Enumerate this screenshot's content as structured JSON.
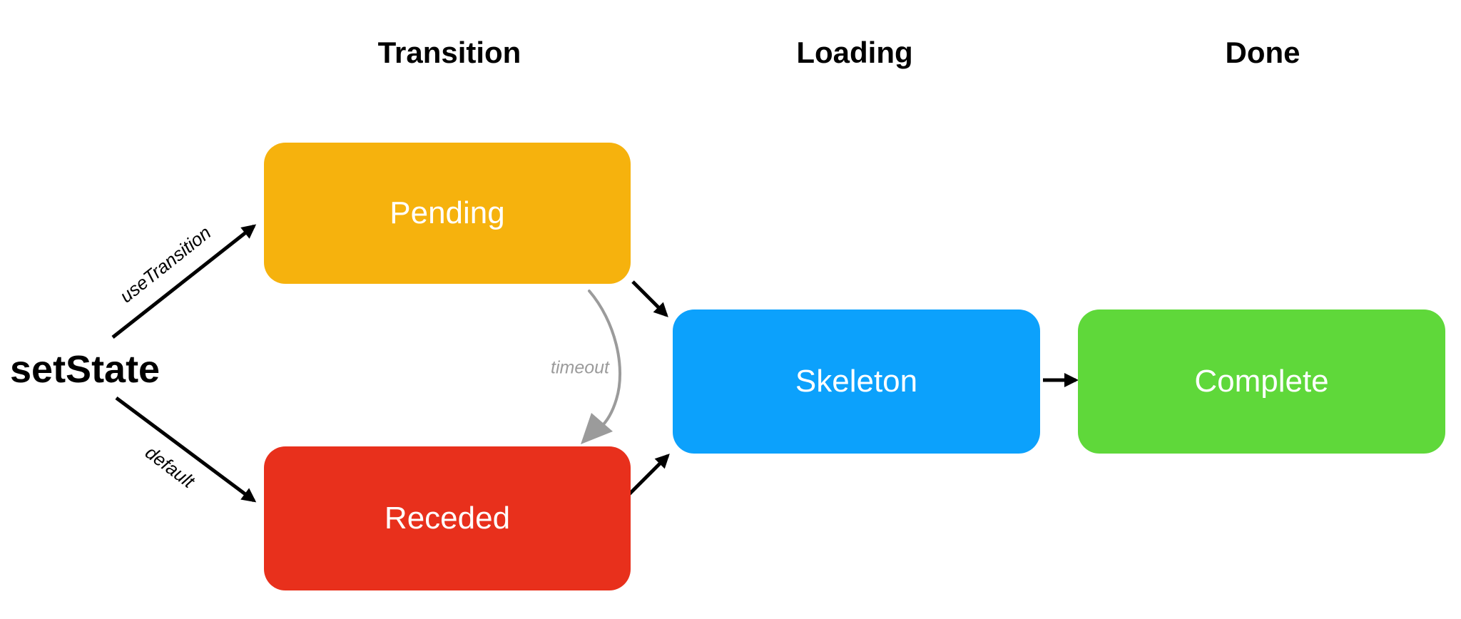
{
  "diagram": {
    "columns": [
      {
        "id": "transition",
        "label": "Transition"
      },
      {
        "id": "loading",
        "label": "Loading"
      },
      {
        "id": "done",
        "label": "Done"
      }
    ],
    "source": {
      "label": "setState"
    },
    "nodes": [
      {
        "id": "pending",
        "label": "Pending",
        "color": "#F6B20D",
        "column": "transition"
      },
      {
        "id": "receded",
        "label": "Receded",
        "color": "#E8301C",
        "column": "transition"
      },
      {
        "id": "skeleton",
        "label": "Skeleton",
        "color": "#0CA1FC",
        "column": "loading"
      },
      {
        "id": "complete",
        "label": "Complete",
        "color": "#5FD83A",
        "column": "done"
      }
    ],
    "edges": [
      {
        "id": "setstate-to-pending",
        "from": "setState",
        "to": "pending",
        "label": "useTransition"
      },
      {
        "id": "setstate-to-receded",
        "from": "setState",
        "to": "receded",
        "label": "default"
      },
      {
        "id": "pending-to-skeleton",
        "from": "pending",
        "to": "skeleton",
        "label": ""
      },
      {
        "id": "receded-to-skeleton",
        "from": "receded",
        "to": "skeleton",
        "label": ""
      },
      {
        "id": "skeleton-to-complete",
        "from": "skeleton",
        "to": "complete",
        "label": ""
      },
      {
        "id": "pending-timeout-receded",
        "from": "pending",
        "to": "receded",
        "label": "timeout"
      }
    ],
    "colors": {
      "arrow": "#000000",
      "timeout": "#9B9B9B",
      "node_text": "#ffffff",
      "text": "#000000",
      "background": "#ffffff"
    }
  }
}
